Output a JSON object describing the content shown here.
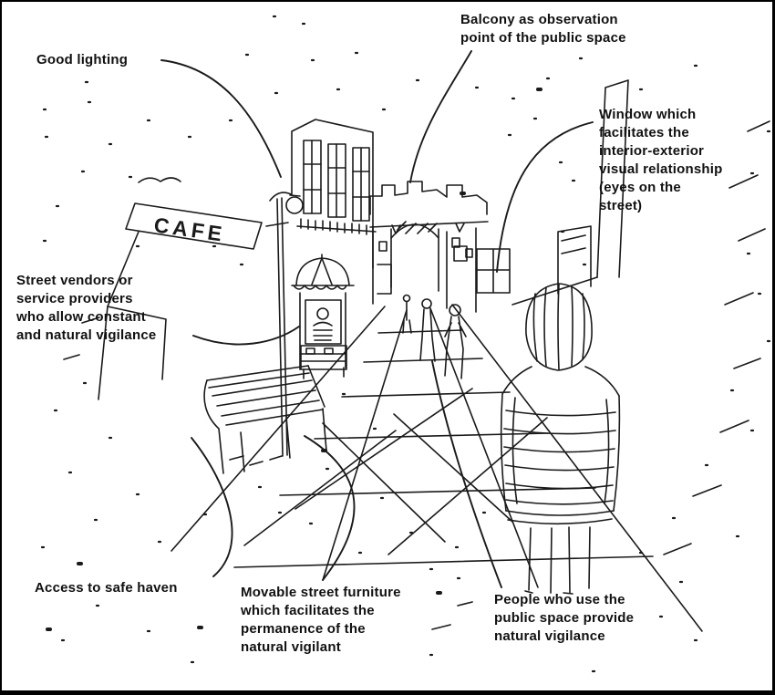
{
  "scene": {
    "cafe_sign": "CAFE"
  },
  "annotations": {
    "good_lighting": "Good lighting",
    "balcony": "Balcony as observation\npoint of the public space",
    "window": "Window which\nfacilitates the\ninterior-exterior\nvisual relationship\n(eyes on the\nstreet)",
    "street_vendors": "Street vendors or\nservice providers\nwho allow constant\nand natural vigilance",
    "safe_haven": "Access to safe haven",
    "movable_furniture": "Movable street furniture\nwhich facilitates the\npermanence of the\nnatural vigilant",
    "people": "People who use the\npublic space provide\nnatural vigilance"
  },
  "colors": {
    "ink": "#1a1a1a",
    "background": "#ffffff",
    "border": "#000000"
  }
}
